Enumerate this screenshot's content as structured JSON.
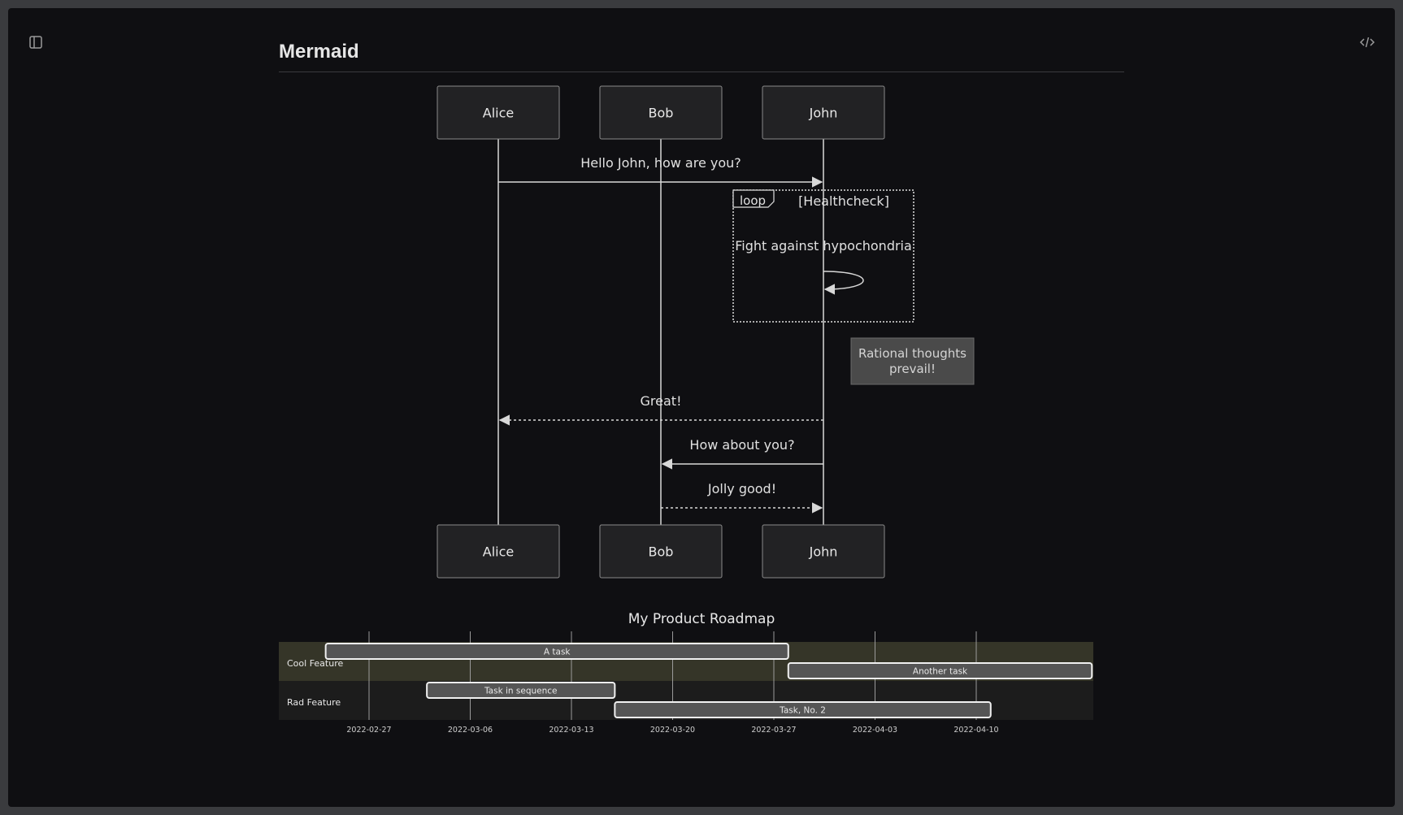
{
  "page": {
    "title": "Mermaid"
  },
  "icons": {
    "sidebar_toggle": "sidebar-toggle-icon",
    "code_view": "code-icon"
  },
  "colors": {
    "background": "#0f0f12",
    "actor_fill": "#222224",
    "actor_stroke": "#8a8a8a",
    "line": "#d8d8d8",
    "note_fill": "#4a4a4a",
    "section_cool": "#353528",
    "section_rad": "#1c1c1c",
    "task_fill": "#555555"
  },
  "sequence": {
    "actors": [
      "Alice",
      "Bob",
      "John"
    ],
    "messages": [
      {
        "from": "Alice",
        "to": "John",
        "text": "Hello John, how are you?",
        "style": "solid"
      },
      {
        "from": "John",
        "to": "John",
        "text": "Fight against hypochondria",
        "style": "solid"
      },
      {
        "from": "John",
        "to": "Alice",
        "text": "Great!",
        "style": "dotted"
      },
      {
        "from": "John",
        "to": "Bob",
        "text": "How about you?",
        "style": "solid"
      },
      {
        "from": "Bob",
        "to": "John",
        "text": "Jolly good!",
        "style": "dotted"
      }
    ],
    "loop": {
      "label": "loop",
      "condition": "[Healthcheck]"
    },
    "note": {
      "lines": [
        "Rational thoughts",
        "prevail!"
      ],
      "position": "right of John"
    }
  },
  "gantt": {
    "title": "My Product Roadmap",
    "sections": [
      {
        "name": "Cool Feature",
        "tasks": [
          {
            "name": "A task",
            "start": "2022-02-24",
            "end": "2022-03-28"
          },
          {
            "name": "Another task",
            "start": "2022-03-28",
            "end": "2022-04-18"
          }
        ]
      },
      {
        "name": "Rad Feature",
        "tasks": [
          {
            "name": "Task in sequence",
            "start": "2022-03-03",
            "end": "2022-03-16"
          },
          {
            "name": "Task, No. 2",
            "start": "2022-03-16",
            "end": "2022-04-11"
          }
        ]
      }
    ],
    "ticks": [
      "2022-02-27",
      "2022-03-06",
      "2022-03-13",
      "2022-03-20",
      "2022-03-27",
      "2022-04-03",
      "2022-04-10"
    ]
  }
}
